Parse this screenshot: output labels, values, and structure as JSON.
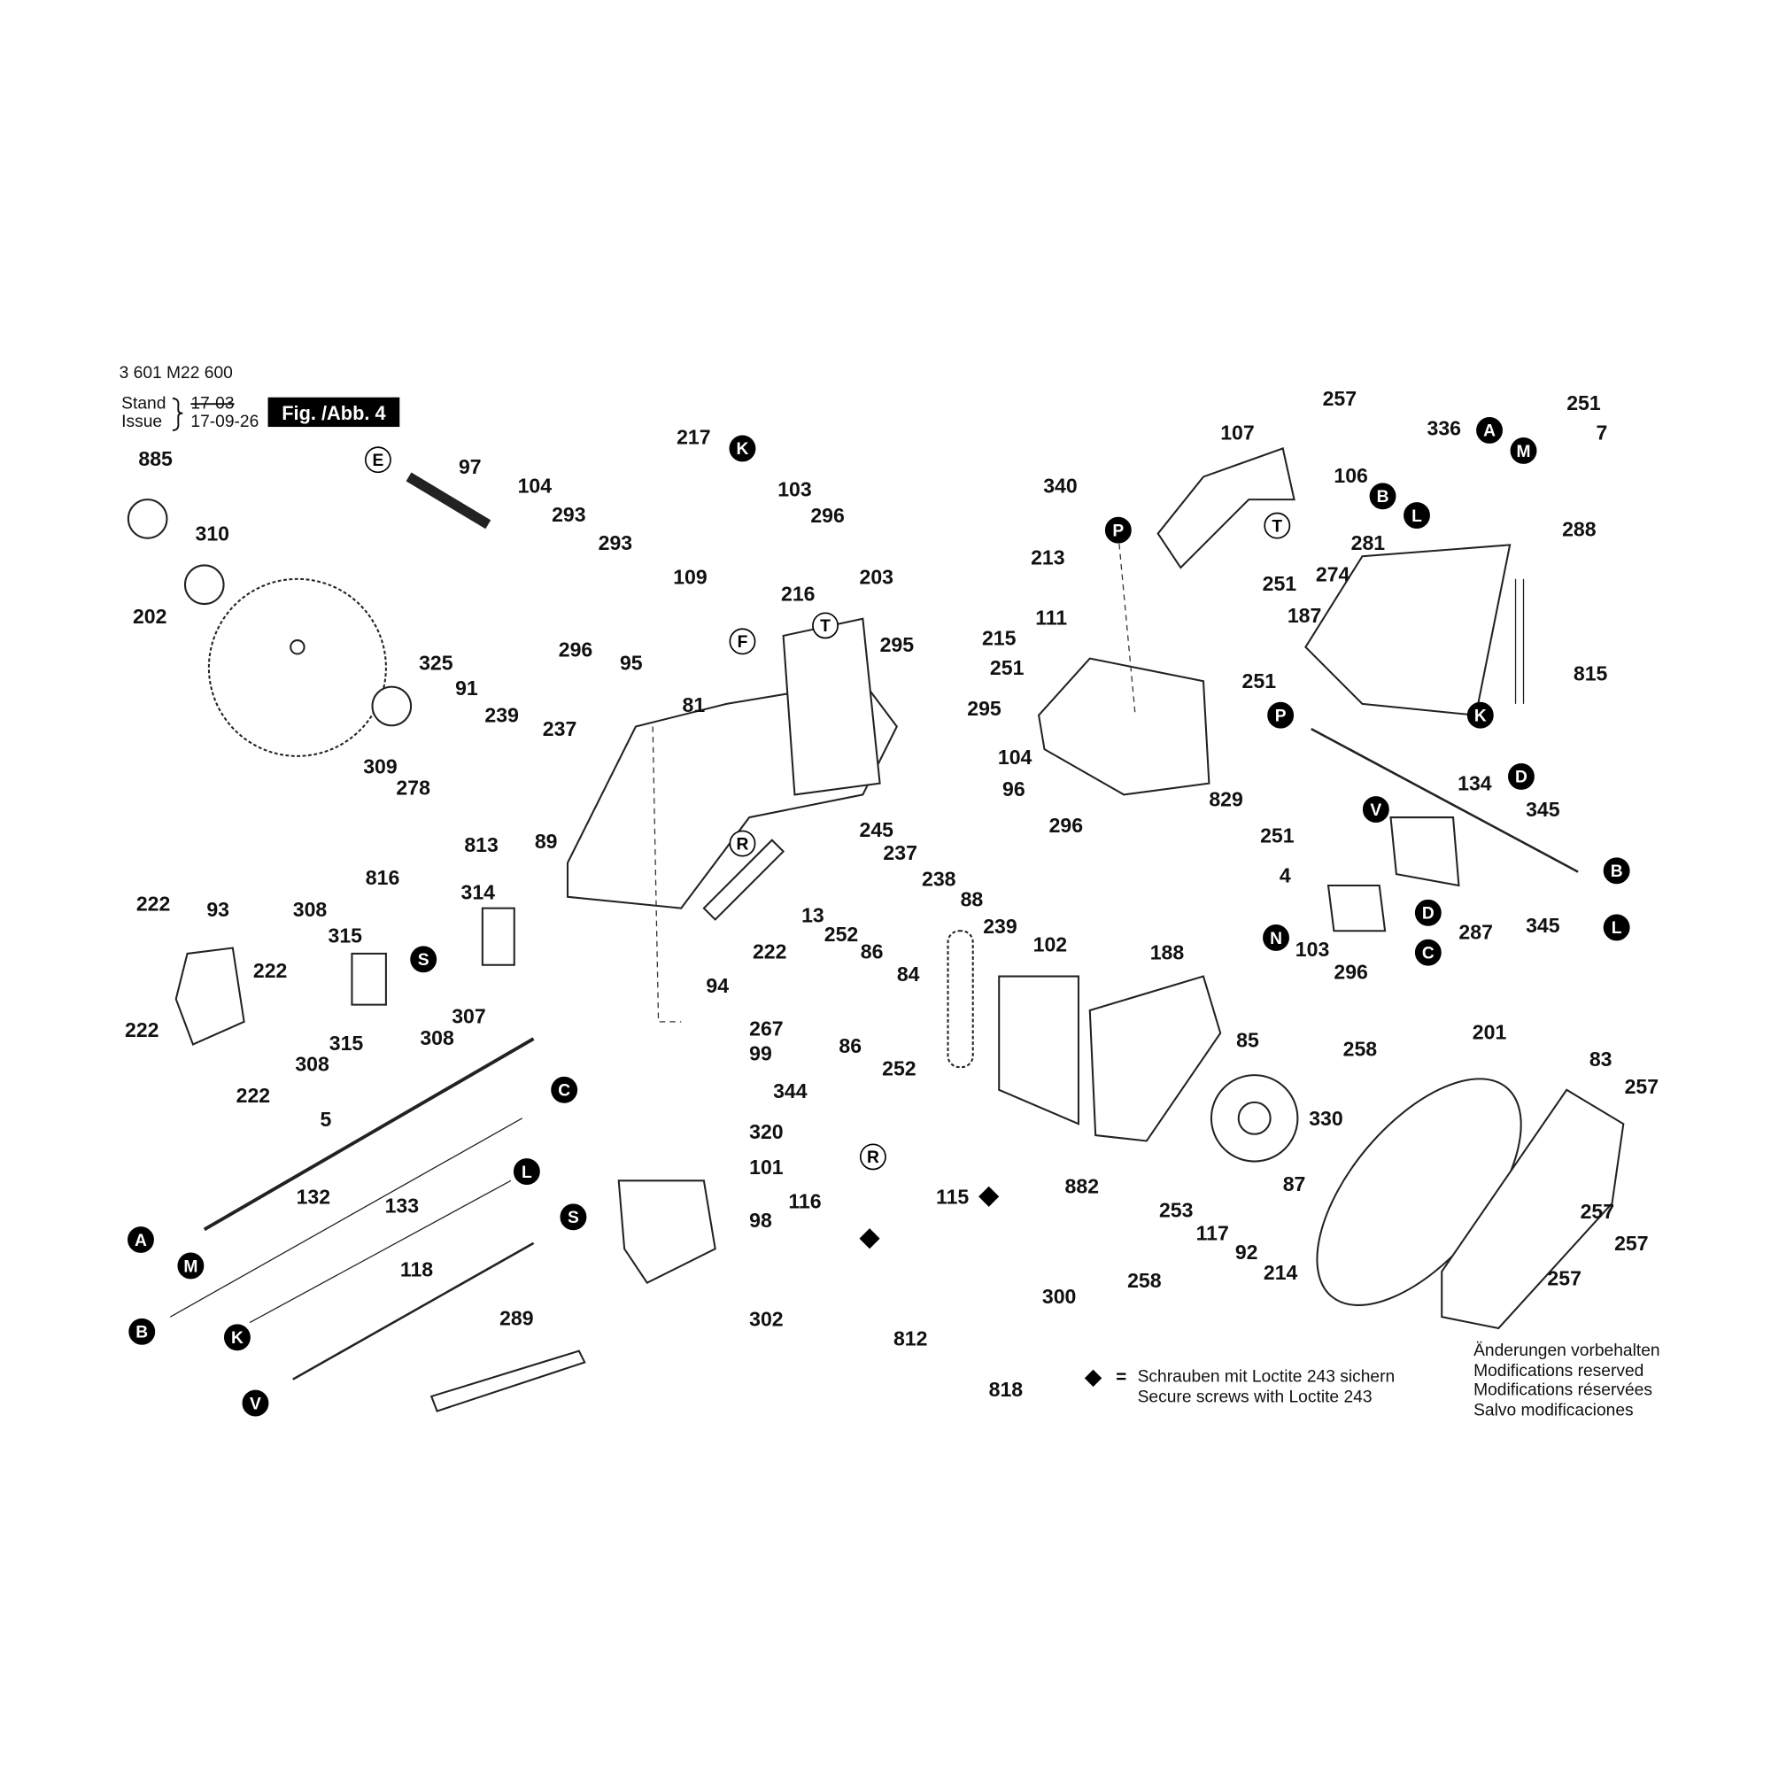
{
  "header": {
    "part_number": "3 601 M22 600",
    "stand_label": "Stand",
    "issue_label": "Issue",
    "old_date": "17-03",
    "issue_date": "17-09-26",
    "figure": "Fig. /Abb. 4"
  },
  "legend": {
    "symbol": "◆",
    "equals": "=",
    "line_de": "Schrauben mit Loctite 243 sichern",
    "line_en": "Secure screws with Loctite 243"
  },
  "notice": [
    "Änderungen vorbehalten",
    "Modifications reserved",
    "Modifications réservées",
    "Salvo modificaciones"
  ],
  "callouts": [
    "885",
    "310",
    "202",
    "97",
    "104",
    "293",
    "293",
    "217",
    "103",
    "296",
    "109",
    "216",
    "203",
    "325",
    "91",
    "239",
    "296",
    "95",
    "237",
    "81",
    "309",
    "278",
    "89",
    "295",
    "295",
    "104",
    "213",
    "215",
    "245",
    "96",
    "296",
    "813",
    "314",
    "816",
    "308",
    "315",
    "307",
    "308",
    "308",
    "315",
    "222",
    "93",
    "222",
    "222",
    "222",
    "237",
    "238",
    "88",
    "13",
    "252",
    "86",
    "84",
    "239",
    "102",
    "94",
    "222",
    "267",
    "99",
    "344",
    "86",
    "252",
    "320",
    "101",
    "98",
    "302",
    "116",
    "115",
    "812",
    "300",
    "818",
    "5",
    "132",
    "133",
    "118",
    "289",
    "188",
    "103",
    "296",
    "258",
    "85",
    "882",
    "253",
    "117",
    "92",
    "214",
    "258",
    "330",
    "87",
    "201",
    "83",
    "257",
    "257",
    "257",
    "257",
    "257",
    "107",
    "106",
    "340",
    "111",
    "251",
    "187",
    "251",
    "251",
    "829",
    "336",
    "251",
    "7",
    "281",
    "274",
    "288",
    "815",
    "134",
    "345",
    "251",
    "4",
    "287",
    "345"
  ],
  "reference_letters": [
    "K",
    "E",
    "F",
    "T",
    "R",
    "S",
    "C",
    "L",
    "S",
    "A",
    "M",
    "B",
    "K",
    "V",
    "R",
    "A",
    "M",
    "B",
    "L",
    "T",
    "P",
    "P",
    "K",
    "D",
    "V",
    "B",
    "L",
    "N",
    "D",
    "C"
  ]
}
